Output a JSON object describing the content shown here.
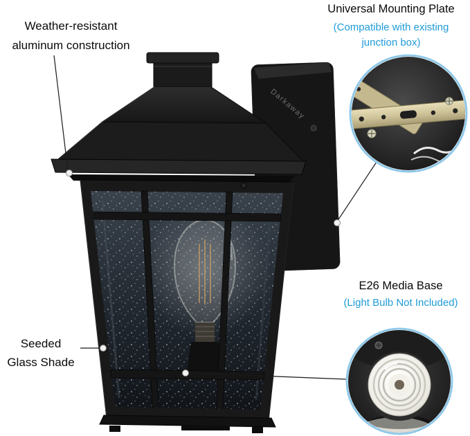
{
  "brand": "Darkaway",
  "annotations": {
    "weather": {
      "line1": "Weather-resistant",
      "line2": "aluminum construction"
    },
    "mounting": {
      "title": "Universal Mounting Plate",
      "subtitle_line1": "(Compatible with existing",
      "subtitle_line2": "junction box)"
    },
    "e26": {
      "title": "E26 Media Base",
      "subtitle": "(Light Bulb Not Included)"
    },
    "seeded": {
      "line1": "Seeded",
      "line2": "Glass Shade"
    }
  },
  "colors": {
    "accent_blue": "#1f9cd7",
    "label_text": "#0a0a0a",
    "callout_ring": "#8fc8e8",
    "fixture_black": "#1a1a1a",
    "background": "#ffffff"
  }
}
